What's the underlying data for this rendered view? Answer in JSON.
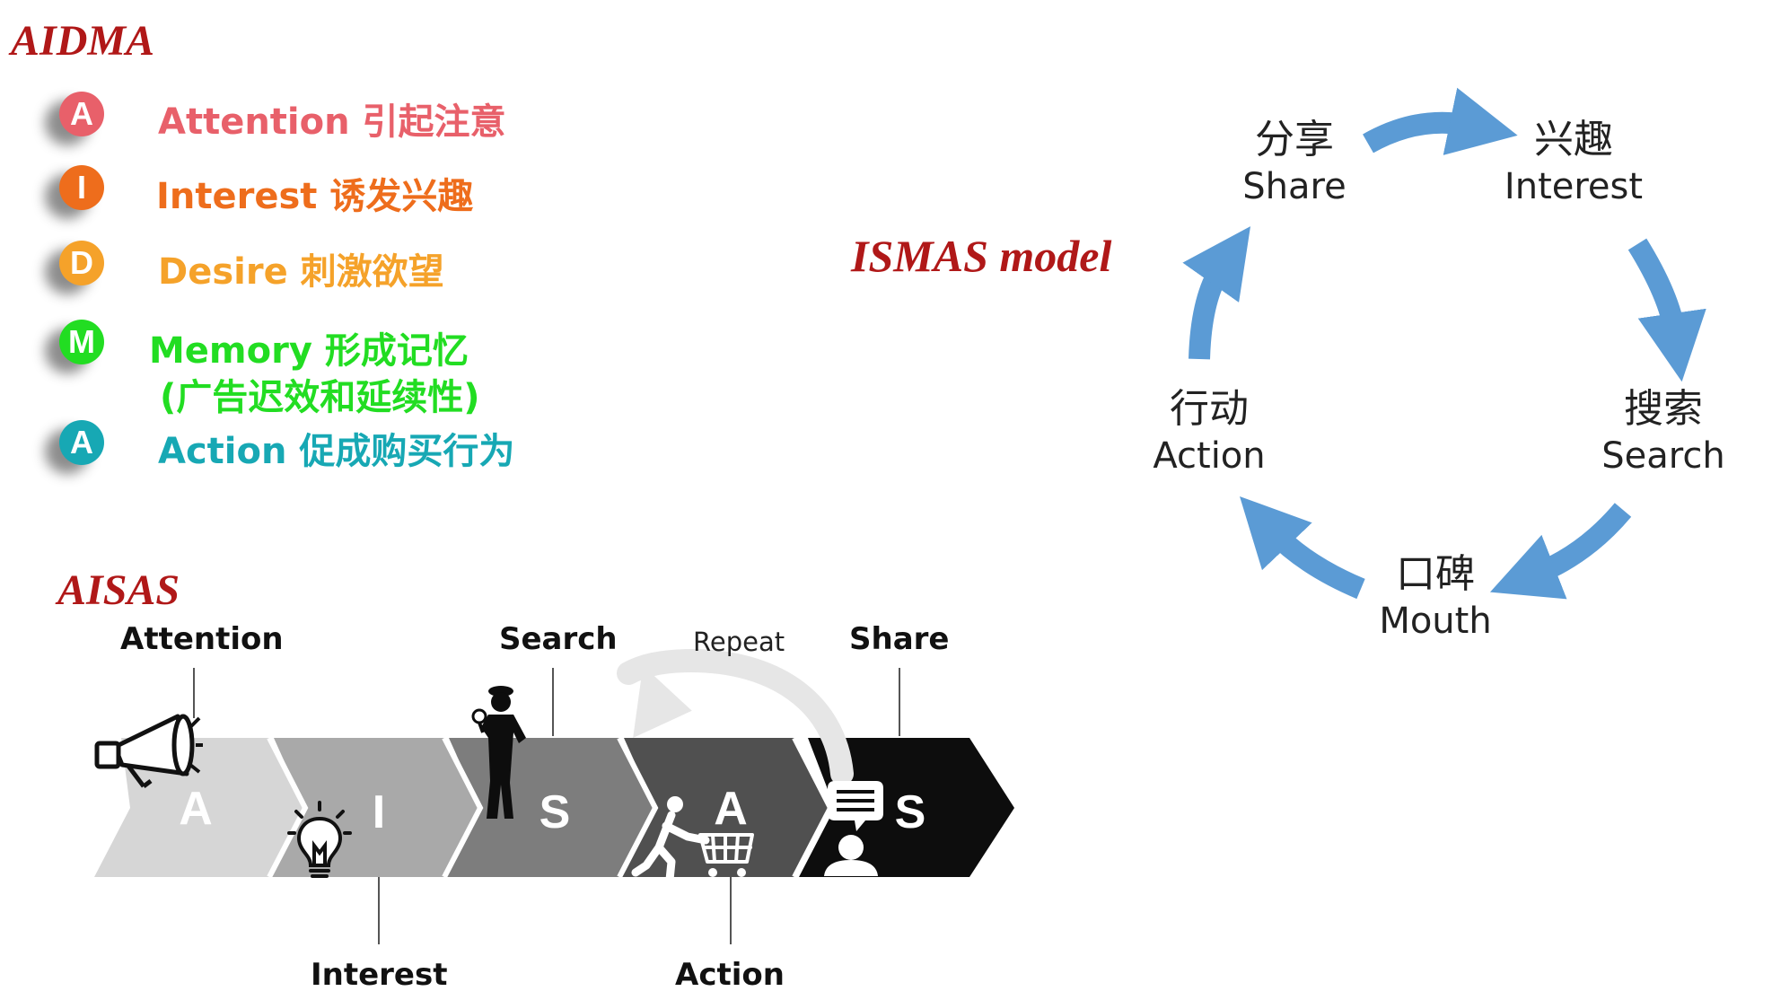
{
  "aidma": {
    "title": "AIDMA",
    "items": [
      {
        "letter": "A",
        "text": "Attention 引起注意",
        "color": "#e8606a"
      },
      {
        "letter": "I",
        "text": "Interest 诱发兴趣",
        "color": "#ee6d1c"
      },
      {
        "letter": "D",
        "text": "Desire 刺激欲望",
        "color": "#f5a22a"
      },
      {
        "letter": "M",
        "text": "Memory 形成记忆",
        "text2": "(广告迟效和延续性)",
        "color": "#22dd22"
      },
      {
        "letter": "A",
        "text": "Action 促成购买行为",
        "color": "#17a8b4"
      }
    ]
  },
  "aisas": {
    "title": "AISAS",
    "stages": [
      {
        "letter": "A",
        "top_label": "Attention",
        "bottom_label": "",
        "fill": "#d6d6d6"
      },
      {
        "letter": "I",
        "top_label": "",
        "bottom_label": "Interest",
        "fill": "#a9a9a9"
      },
      {
        "letter": "S",
        "top_label": "Search",
        "bottom_label": "",
        "fill": "#7d7d7d"
      },
      {
        "letter": "A",
        "top_label": "",
        "bottom_label": "Action",
        "fill": "#505050"
      },
      {
        "letter": "S",
        "top_label": "Share",
        "bottom_label": "",
        "fill": "#0d0d0d"
      }
    ],
    "repeat_label": "Repeat",
    "icons": [
      "megaphone-icon",
      "lightbulb-icon",
      "detective-icon",
      "shopper-icon",
      "chat-user-icon"
    ]
  },
  "ismas": {
    "title": "ISMAS model",
    "arrow_color": "#5b9bd5",
    "nodes": [
      {
        "cn": "兴趣",
        "en": "Interest"
      },
      {
        "cn": "搜索",
        "en": "Search"
      },
      {
        "cn": "口碑",
        "en": "Mouth"
      },
      {
        "cn": "行动",
        "en": "Action"
      },
      {
        "cn": "分享",
        "en": "Share"
      }
    ]
  }
}
